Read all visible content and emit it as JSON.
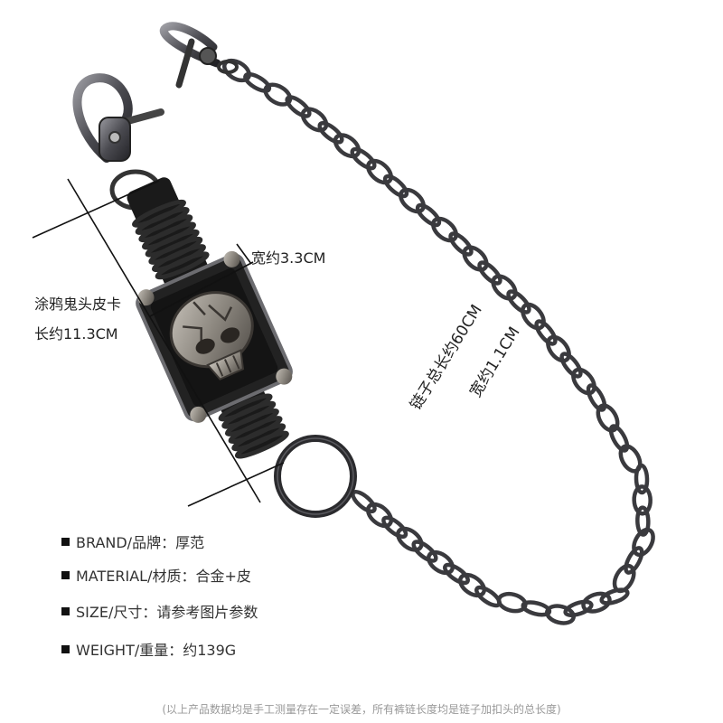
{
  "annotations": {
    "width_label": "宽约3.3CM",
    "card_name": "涂鸦鬼头皮卡",
    "card_length": "长约11.3CM",
    "chain_length": "链子总长约60CM",
    "chain_width": "宽约1.1CM"
  },
  "specs": [
    {
      "key": "BRAND/品牌：",
      "value": "厚范"
    },
    {
      "key": "MATERIAL/材质：",
      "value": "合金+皮"
    },
    {
      "key": "SIZE/尺寸：",
      "value": "请参考图片参数"
    },
    {
      "key": "WEIGHT/重量：",
      "value": "约139G"
    }
  ],
  "footer": "(以上产品数据均是手工测量存在一定误差，所有裤链长度均是链子加扣头的总长度)",
  "colors": {
    "metal": "#3a3a3e",
    "metal_light": "#8a8a90",
    "leather": "#1c1c1c",
    "skull": "#9a9590"
  }
}
